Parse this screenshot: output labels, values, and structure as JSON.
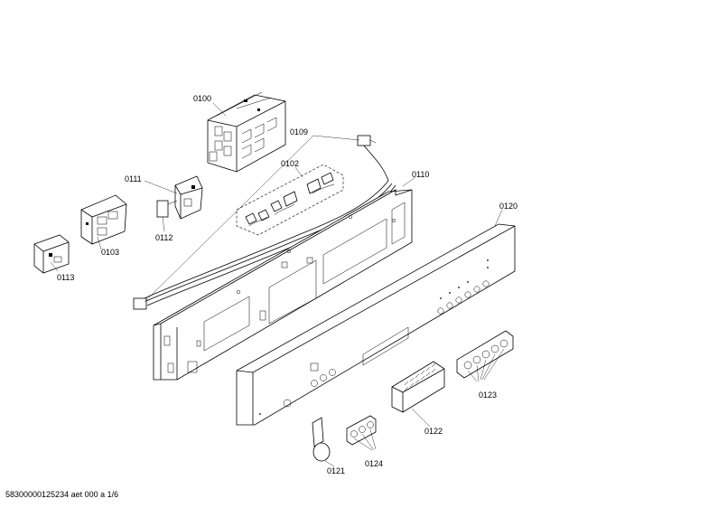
{
  "labels": {
    "p0100": "0100",
    "p0109": "0109",
    "p0102": "0102",
    "p0111": "0111",
    "p0110": "0110",
    "p0120": "0120",
    "p0103": "0103",
    "p0112": "0112",
    "p0113": "0113",
    "p0122": "0122",
    "p0123": "0123",
    "p0121": "0121",
    "p0124": "0124"
  },
  "footer": {
    "document_id": "58300000125234 aet 000 a 1/6"
  }
}
